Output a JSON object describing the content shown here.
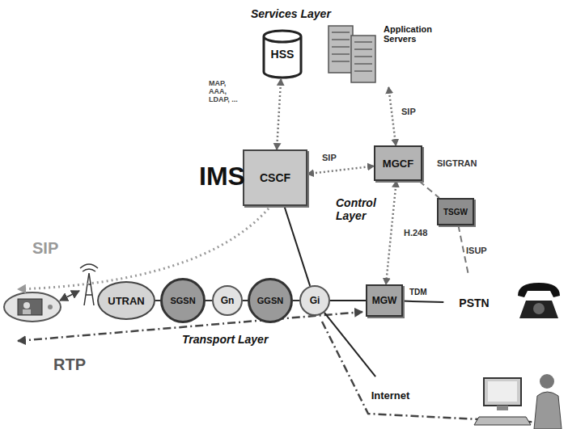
{
  "diagram": {
    "nodes": [
      {
        "text": [
          "Services Layer"
        ]
      },
      {
        "text": [
          "HSS"
        ],
        "in": 0
      },
      {
        "text": [
          "Application Servers"
        ],
        "in": 0
      },
      {
        "text": [
          "CSCF"
        ]
      },
      {
        "text": [
          "Control Layer"
        ]
      },
      {
        "text": [
          "MGCF"
        ],
        "in": 4
      },
      {
        "text": [
          "TSGW"
        ]
      },
      {
        "text": [
          "Transport Layer"
        ]
      },
      {
        "text": [
          "UTRAN"
        ],
        "in": 7
      },
      {
        "text": [
          "SGSN"
        ],
        "in": 7
      },
      {
        "text": [
          "Gn"
        ],
        "in": 7
      },
      {
        "text": [
          "GGSN"
        ],
        "in": 7
      },
      {
        "text": [
          "Gi"
        ],
        "in": 7
      },
      {
        "text": [
          "MGW"
        ]
      },
      {
        "text": [
          "PSTN"
        ]
      },
      {
        "text": [
          "Internet"
        ]
      }
    ],
    "edges": [
      {
        "from": 1,
        "to": 3,
        "arrow": "both",
        "label": "MAP, AAA, LDAP, ..."
      },
      {
        "from": 3,
        "to": 5,
        "arrow": "both",
        "label": "SIP"
      },
      {
        "from": 2,
        "to": 5,
        "arrow": "both",
        "label": "SIP"
      },
      {
        "from": 5,
        "to": 6,
        "arrow": "none",
        "label": "SIGTRAN"
      },
      {
        "from": 5,
        "to": 13,
        "arrow": "both",
        "label": "H.248"
      },
      {
        "from": 6,
        "to": 14,
        "arrow": "none",
        "label": "ISUP"
      },
      {
        "from": 13,
        "to": 14,
        "arrow": "none",
        "label": "TDM"
      },
      {
        "from": 3,
        "to": 12,
        "arrow": "none"
      },
      {
        "from": 8,
        "to": 9,
        "arrow": "none"
      },
      {
        "from": 9,
        "to": 10,
        "arrow": "none"
      },
      {
        "from": 10,
        "to": 11,
        "arrow": "none"
      },
      {
        "from": 11,
        "to": 12,
        "arrow": "none"
      },
      {
        "from": 12,
        "to": 13,
        "arrow": "none"
      },
      {
        "from": 12,
        "to": 15,
        "arrow": "none"
      }
    ],
    "labels": [
      "IMS",
      "SIP",
      "RTP"
    ]
  }
}
